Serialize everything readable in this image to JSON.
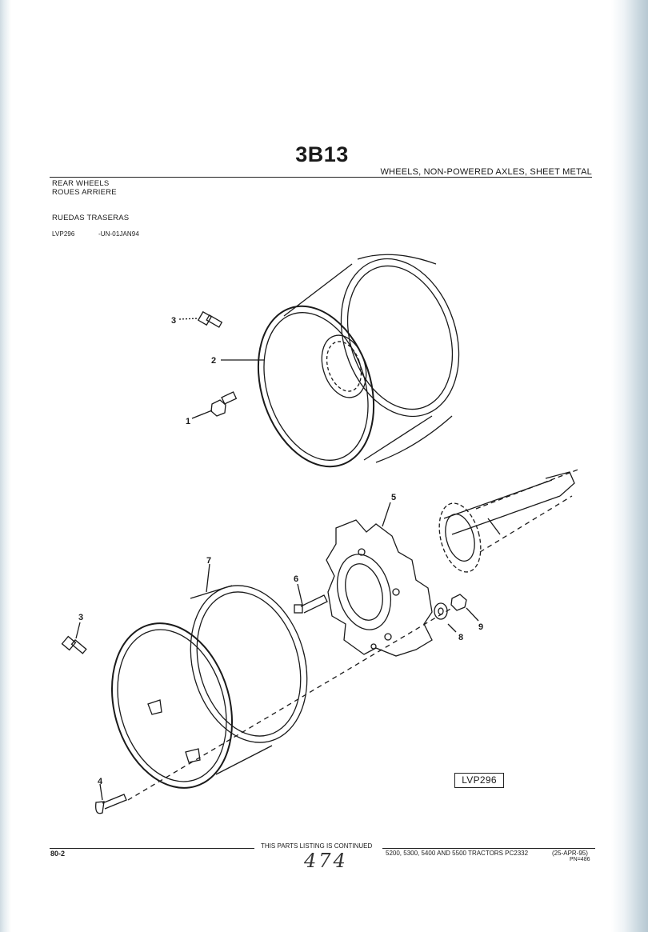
{
  "header": {
    "section_code": "3B13",
    "section_title": "WHEELS, NON-POWERED AXLES, SHEET METAL",
    "title_en": "REAR WHEELS",
    "title_fr": "ROUES ARRIERE",
    "title_es": "RUEDAS TRASERAS",
    "illustration_id": "LVP296",
    "serial_note": "-UN-01JAN94"
  },
  "diagram": {
    "callouts": [
      "1",
      "2",
      "3",
      "3",
      "4",
      "5",
      "6",
      "7",
      "8",
      "9"
    ],
    "tag": "LVP296"
  },
  "footer": {
    "page_number": "80-2",
    "continued": "THIS PARTS LISTING IS CONTINUED",
    "handwritten_page": "474",
    "models": "5200, 5300, 5400 AND 5500 TRACTORS   PC2332",
    "date": "(25-APR-95)",
    "pn": "PN=486"
  }
}
